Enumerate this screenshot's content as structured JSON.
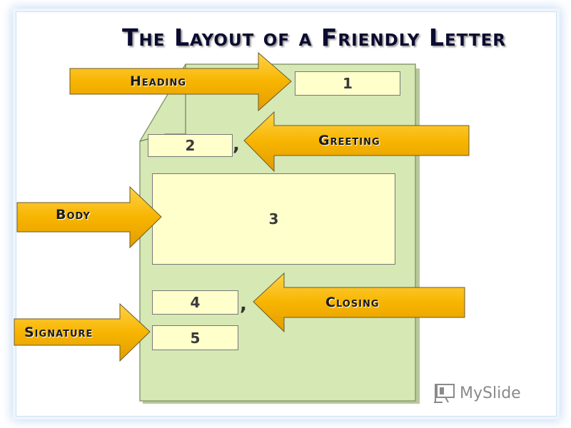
{
  "title": "The Layout of a Friendly Letter",
  "boxes": {
    "heading_num": "1",
    "greeting_num": "2",
    "body_num": "3",
    "closing_num": "4",
    "signature_num": "5"
  },
  "commas": {
    "greeting": ",",
    "closing": ","
  },
  "arrows": {
    "heading": "Heading",
    "greeting": "Greeting",
    "body": "Body",
    "closing": "Closing",
    "signature": "Signature"
  },
  "logo": {
    "text": "MySlide"
  },
  "colors": {
    "paper": "#d6e8b4",
    "box_fill": "#ffffcc",
    "arrow_fill": "#f7b500",
    "title_text": "#0b0b30"
  }
}
